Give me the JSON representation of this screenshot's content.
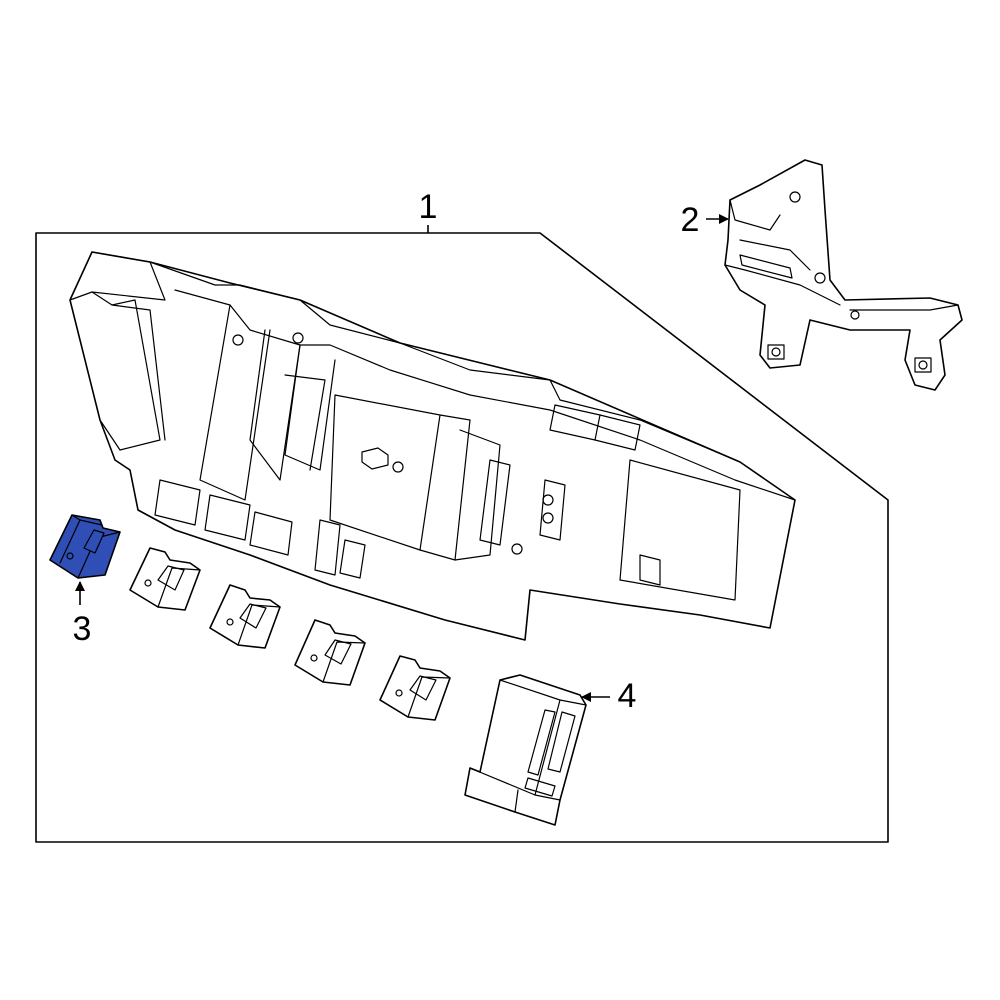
{
  "callouts": {
    "part1": "1",
    "part2": "2",
    "part3": "3",
    "part4": "4"
  },
  "colors": {
    "highlight": "#2f4fb6",
    "line": "#000000",
    "background": "#ffffff"
  }
}
